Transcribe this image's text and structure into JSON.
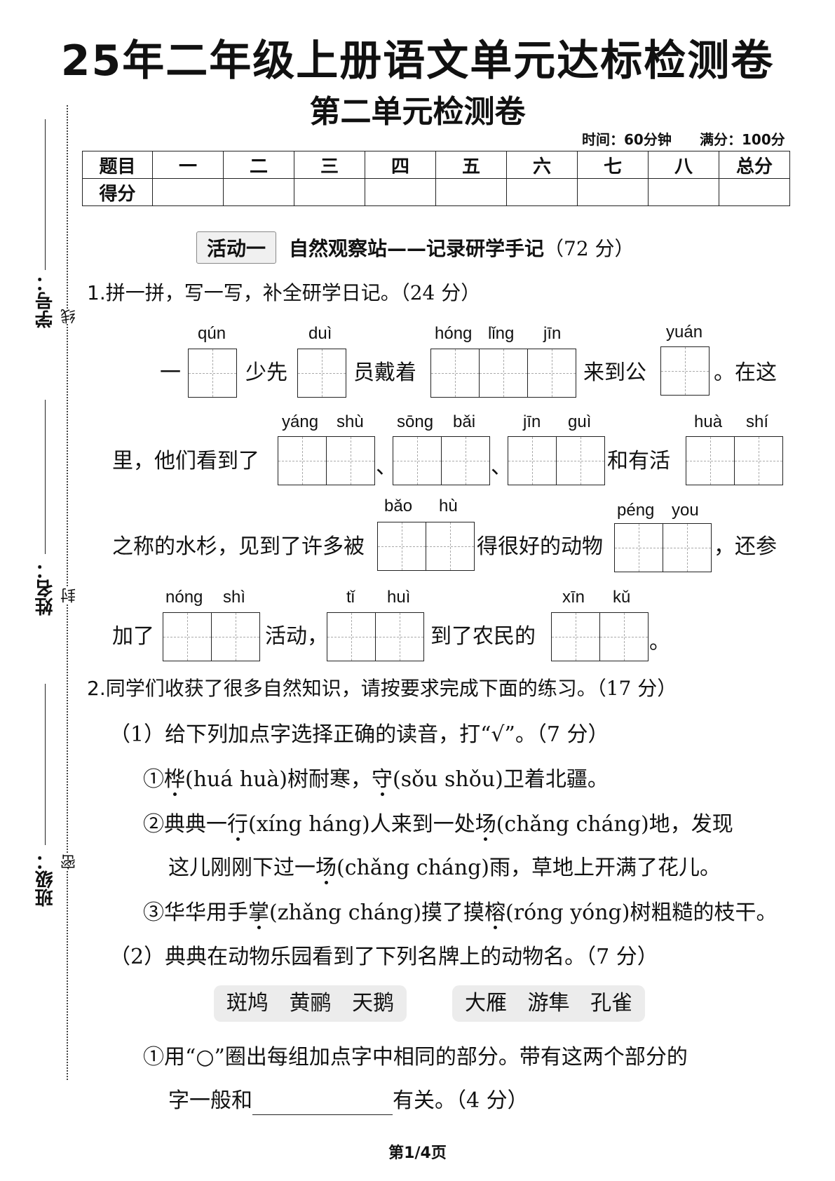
{
  "header": {
    "title": "25年二年级上册语文单元达标检测卷",
    "subtitle": "第二单元检测卷",
    "time": "时间：60分钟",
    "full_score": "满分：100分"
  },
  "score_table": {
    "row1": [
      "题目",
      "一",
      "二",
      "三",
      "四",
      "五",
      "六",
      "七",
      "八",
      "总分"
    ],
    "row2_label": "得分"
  },
  "side": {
    "student_id": "学号：",
    "name": "姓名：",
    "class": "班级：",
    "mark1": "线",
    "mark2": "封",
    "mark3": "密"
  },
  "activity": {
    "tag": "活动一",
    "title": "自然观察站——记录研学手记",
    "points": "（72 分）"
  },
  "q1": {
    "head": "1.拼一拼，写一写，补全研学日记。",
    "points": "（24 分）",
    "pinyin": {
      "qun": "qún",
      "dui": "duì",
      "hong": "hóng",
      "ling": "lǐng",
      "jin": "jīn",
      "yuan": "yuán",
      "yang": "yáng",
      "shu": "shù",
      "song": "sōng",
      "bai": "bǎi",
      "jin2": "jīn",
      "gui": "guì",
      "hua": "huà",
      "shi": "shí",
      "bao": "bǎo",
      "hu": "hù",
      "peng": "péng",
      "you": "you",
      "nong": "nóng",
      "shi2": "shì",
      "ti": "tǐ",
      "hui": "huì",
      "xin": "xīn",
      "ku": "kǔ"
    },
    "text": {
      "l1a": "一",
      "l1b": "少先",
      "l1c": "员戴着",
      "l1d": "来到公",
      "l1e": "。在这",
      "l2a": "里，他们看到了",
      "l2b": "、",
      "l2c": "、",
      "l2d": "和有活",
      "l3a": "之称的水杉，见到了许多被",
      "l3b": "得很好的动物",
      "l3c": "，还参",
      "l4a": "加了",
      "l4b": "活动，",
      "l4c": "到了农民的",
      "l4d": "。"
    }
  },
  "q2": {
    "head": "2.同学们收获了很多自然知识，请按要求完成下面的练习。",
    "points": "（17 分）",
    "sub1": "（1）给下列加点字选择正确的读音，打“√”。（7 分）",
    "item1": {
      "n": "①",
      "c1": "桦",
      "p1": "(huá   huà)",
      "t1": "树耐寒，",
      "c2": "守",
      "p2": "(sǒu   shǒu)",
      "t2": "卫着北疆。"
    },
    "item2a": {
      "n": "②",
      "t0": "典典一",
      "c1": "行",
      "p1": "(xíng   háng)",
      "t1": "人来到一处",
      "c2": "场",
      "p2": "(chǎng   cháng)",
      "t2": "地，发现"
    },
    "item2b": {
      "t0": "这儿刚刚下过一",
      "c1": "场",
      "p1": "(chǎng   cháng)",
      "t1": "雨，草地上开满了花儿。"
    },
    "item3": {
      "n": "③",
      "t0": "华华用手",
      "c1": "掌",
      "p1": "(zhǎng   cháng)",
      "t1": "摸了摸",
      "c2": "榕",
      "p2": "(róng   yóng)",
      "t2": "树粗糙的枝干。"
    },
    "sub2": "（2）典典在动物乐园看到了下列名牌上的动物名。（7 分）",
    "group1": [
      "斑鸠",
      "黄鹂",
      "天鹅"
    ],
    "group2": [
      "大雁",
      "游隼",
      "孔雀"
    ],
    "item4a": "①用“○”圈出每组加点字中相同的部分。带有这两个部分的",
    "item4b_pre": "字一般和",
    "item4b_post": "有关。（4 分）"
  },
  "footer": "第1/4页"
}
